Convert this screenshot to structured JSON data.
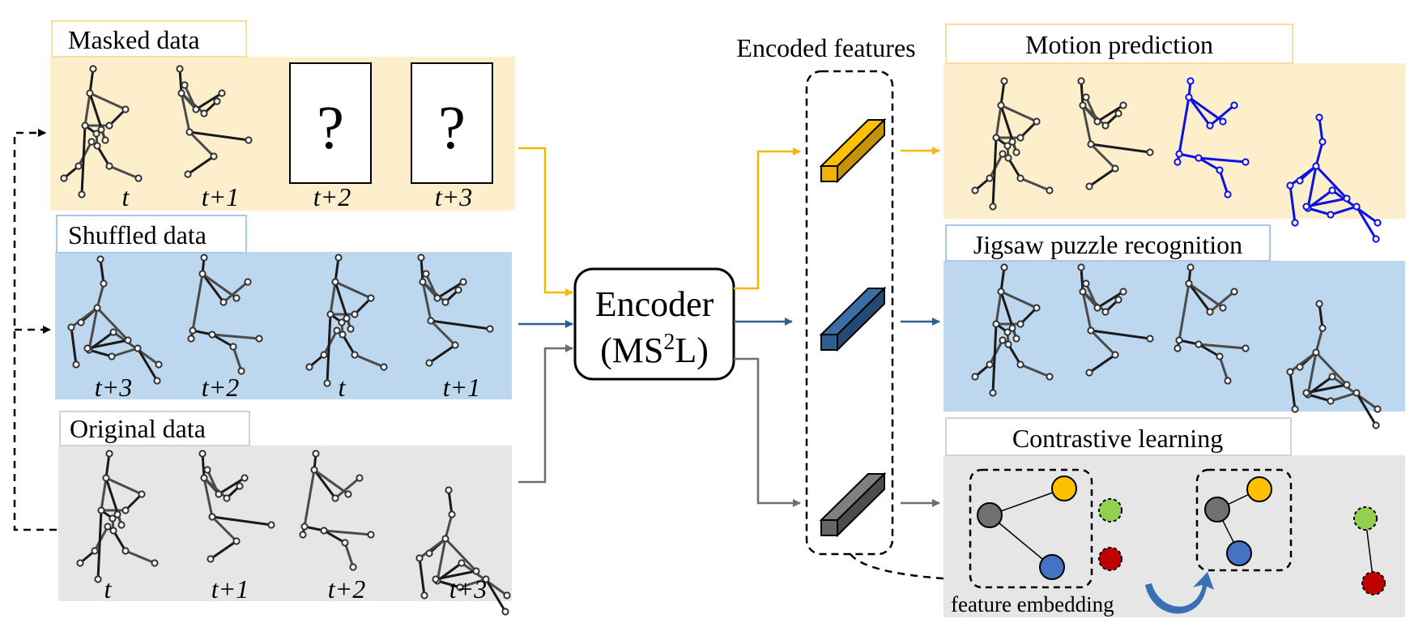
{
  "panels": {
    "masked": {
      "title": "Masked data",
      "frames": [
        "t",
        "t+1",
        "t+2",
        "t+3"
      ],
      "placeholder": "?"
    },
    "shuffled": {
      "title": "Shuffled data",
      "frames": [
        "t+3",
        "t+2",
        "t",
        "t+1"
      ]
    },
    "original": {
      "title": "Original data",
      "frames": [
        "t",
        "t+1",
        "t+2",
        "t+3"
      ]
    }
  },
  "encoder": {
    "line1": "Encoder",
    "line2_pre": "(MS",
    "line2_sup": "2",
    "line2_post": "L)"
  },
  "features": {
    "title": "Encoded features"
  },
  "tasks": {
    "motion": {
      "title": "Motion prediction"
    },
    "jigsaw": {
      "title": "Jigsaw puzzle recognition"
    },
    "contrastive": {
      "title": "Contrastive learning",
      "caption": "feature embedding"
    }
  },
  "colors": {
    "masked_bg": "#fdeecc",
    "masked_border": "#f8dfa0",
    "shuffled_bg": "#bdd7ee",
    "shuffled_border": "#a9c8e6",
    "original_bg": "#e6e6e6",
    "original_border": "#d2d2d2",
    "yellow_arrow": "#f5b800",
    "blue_arrow": "#2e5f8f",
    "gray_arrow": "#6e6e6e",
    "skeleton": "#1a1a1a",
    "skeleton_limb": "#4a4a4a",
    "predicted": "#0a10e6",
    "node_yellow": "#ffc000",
    "node_gray": "#707070",
    "node_blue": "#4472c4",
    "node_green": "#92d050",
    "node_red": "#c00000"
  }
}
